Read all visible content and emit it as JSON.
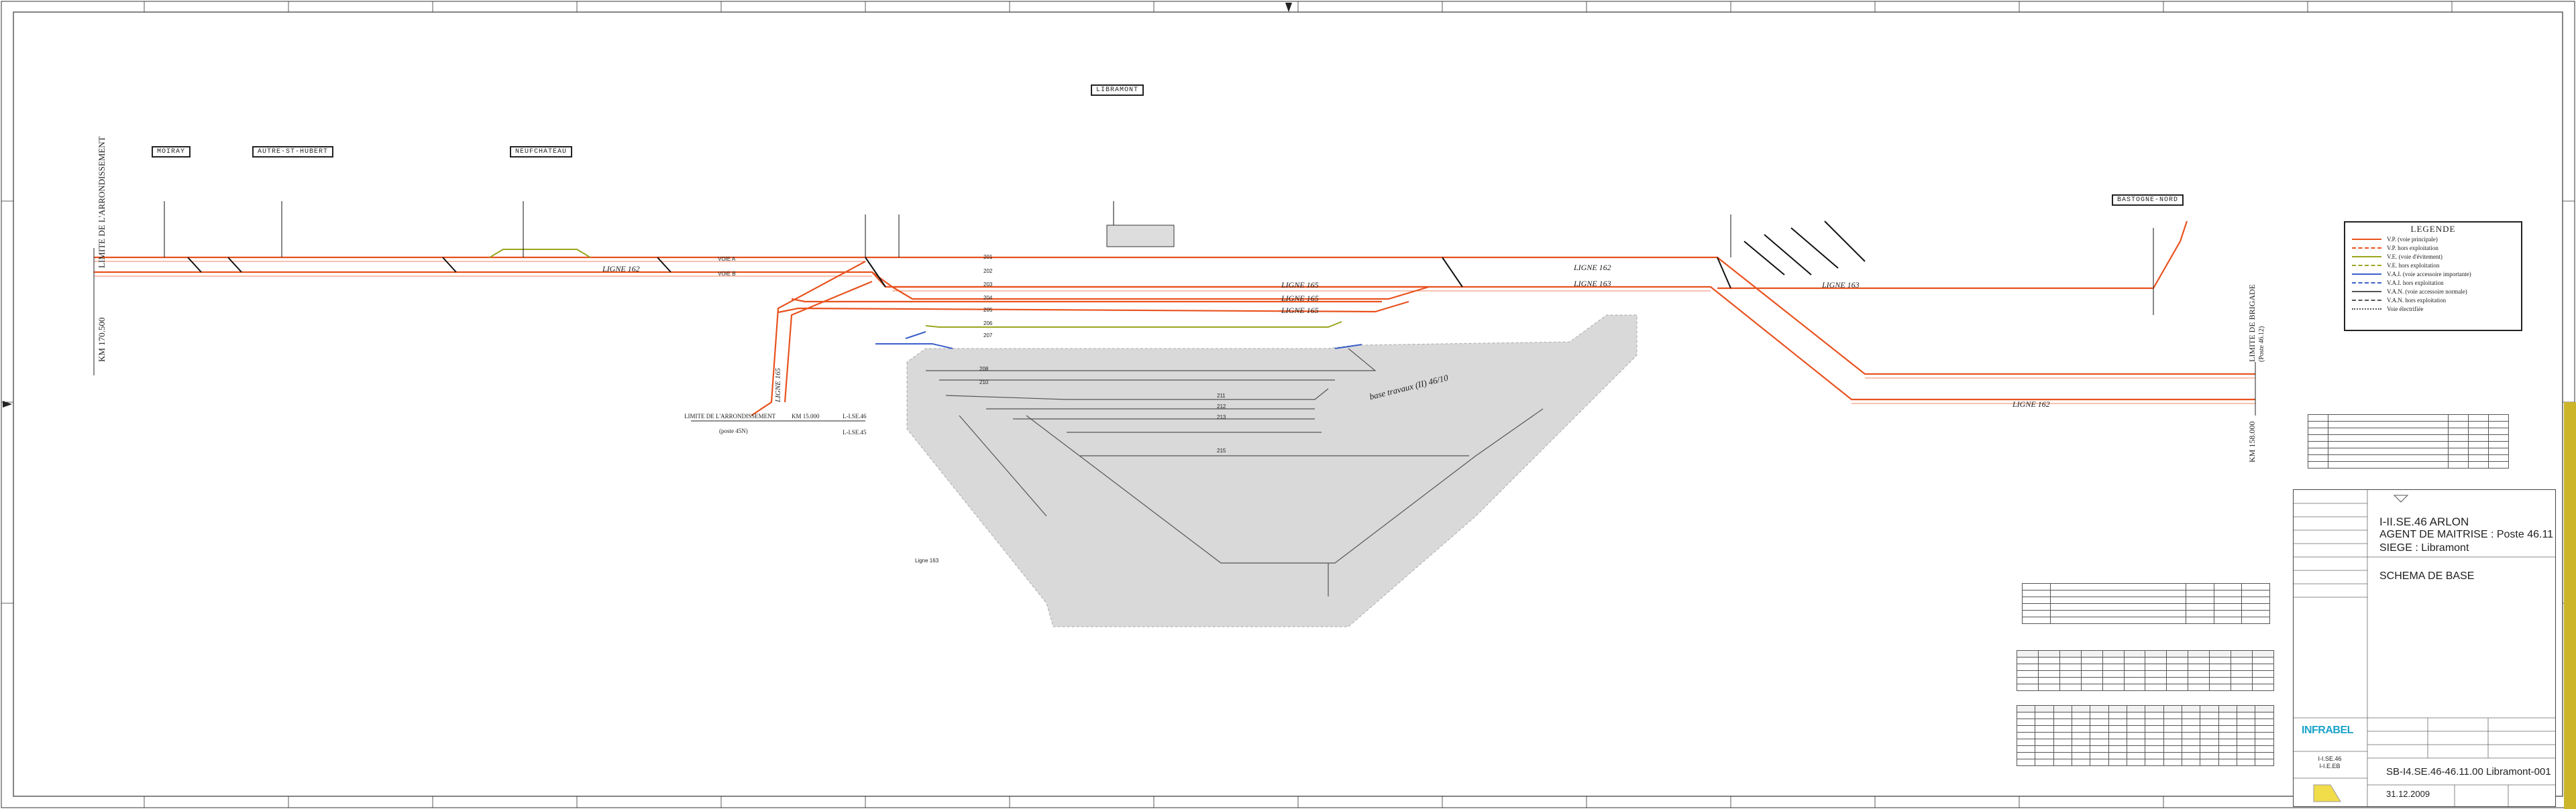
{
  "diagram": {
    "stations_top": [
      "LIBRAMONT",
      "AUTRE-ST-HUBERT",
      "MOIRAY",
      "NEUFCHATEAU",
      "BASTOGNE-NORD"
    ],
    "boundary_left": "LIMITE DE L'ARRONDISSEMENT",
    "boundary_left_km": "KM 170.500",
    "boundary_left2": "LIMITE DE L'ARRONDISSEMENT",
    "boundary_left2_km": "KM 15.000",
    "boundary_left2_post": "(poste 45N)",
    "boundary_left2_ref": "L-I.SE.46",
    "boundary_left2_ref2": "L-I.SE.45",
    "boundary_right": "LIMITE DE BRIGADE",
    "boundary_right_km": "KM 158.000",
    "boundary_right_post": "(Poste 46.12)",
    "line_labels": [
      "LIGNE 162",
      "LIGNE 165",
      "LIGNE 165",
      "LIGNE 165",
      "LIGNE 162",
      "LIGNE 163",
      "LIGNE 163",
      "LIGNE 162",
      "LIGNE 165"
    ],
    "voie_a": "VOIE A",
    "voie_b": "VOIE B",
    "faisceau_label": "base travaux (II) 46/10",
    "ligne_163_ref": "Ligne 163",
    "track_numbers": [
      "201",
      "202",
      "203",
      "204",
      "205",
      "206",
      "207",
      "208",
      "210",
      "211",
      "212",
      "213",
      "215"
    ]
  },
  "legend": {
    "title": "LEGENDE",
    "items": [
      {
        "text": "V.P. (voie principale)",
        "color": "#e8521f",
        "style": "solid"
      },
      {
        "text": "V.P. hors exploitation",
        "color": "#e8521f",
        "style": "dashed"
      },
      {
        "text": "V.E. (voie d'évitement)",
        "color": "#9aa51f",
        "style": "solid"
      },
      {
        "text": "V.E. hors exploitation",
        "color": "#9aa51f",
        "style": "dashed"
      },
      {
        "text": "V.A.I. (voie accessoire importante)",
        "color": "#3a5fc9",
        "style": "solid"
      },
      {
        "text": "V.A.I. hors exploitation",
        "color": "#3a5fc9",
        "style": "dashed"
      },
      {
        "text": "V.A.N. (voie accessoire normale)",
        "color": "#555555",
        "style": "solid"
      },
      {
        "text": "V.A.N. hors exploitation",
        "color": "#555555",
        "style": "dashed"
      },
      {
        "text": "Voie électrifiée",
        "color": "#555555",
        "style": "dotted"
      }
    ]
  },
  "cartouche": {
    "title1": "I-II.SE.46 ARLON",
    "title2": "AGENT DE MAITRISE : Poste 46.11",
    "title3": "SIEGE :    Libramont",
    "title4": "SCHEMA DE BASE",
    "brand": "INFRABEL",
    "register": "I-I.SE.46\nI-I.E.EB",
    "code": "SB-I4.SE.46-46.11.00 Libramont-001",
    "date": "31.12.2009"
  },
  "colors": {
    "vp": "#e8521f",
    "ve": "#9aa51f",
    "vai": "#3a5fc9",
    "van": "#555555",
    "yard": "#d9d9d9",
    "brand": "#1aa3c9",
    "side_bar": "#cdb52a"
  }
}
